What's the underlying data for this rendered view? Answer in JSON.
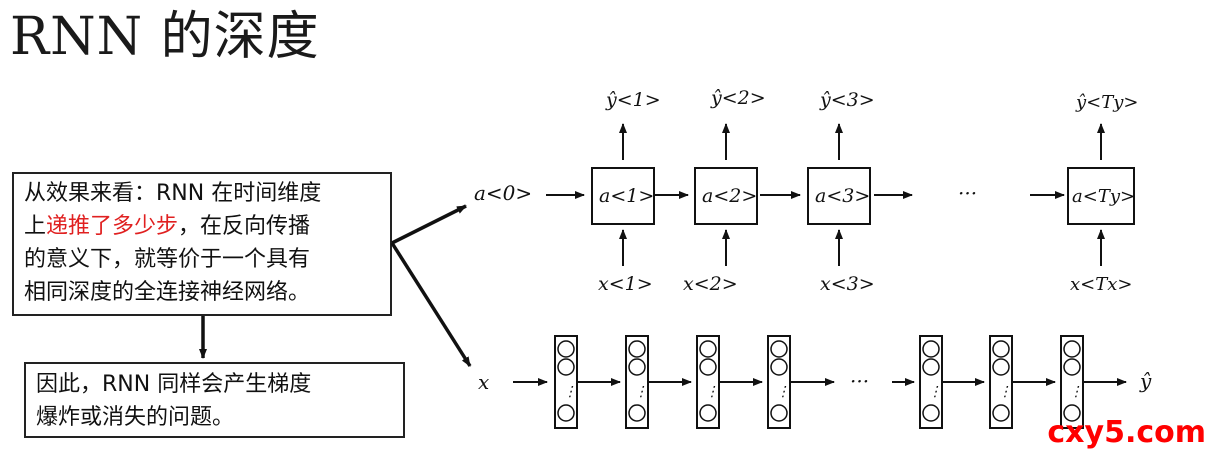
{
  "title": "RNN 的深度",
  "callout_top": {
    "line1": "从效果来看：RNN 在时间维度",
    "line2_pre": "上",
    "line2_hl": "递推了多少步",
    "line2_post": "，在反向传播",
    "line3": "的意义下，就等价于一个具有",
    "line4": "相同深度的全连接神经网络。"
  },
  "callout_bottom": {
    "line1": "因此，RNN 同样会产生梯度",
    "line2": "爆炸或消失的问题。"
  },
  "rnn": {
    "a0": "a<0>",
    "cells": [
      "a<1>",
      "a<2>",
      "a<3>",
      "a<Ty>"
    ],
    "outputs": [
      "ŷ<1>",
      "ŷ<2>",
      "ŷ<3>",
      "ŷ<Ty>"
    ],
    "inputs": [
      "x<1>",
      "x<2>",
      "x<3>",
      "x<Tx>"
    ],
    "ellipsis": "···"
  },
  "fc": {
    "input": "x",
    "output": "ŷ",
    "ellipsis": "···",
    "inner_dots": "⋮"
  },
  "watermark": "cxy5.com"
}
